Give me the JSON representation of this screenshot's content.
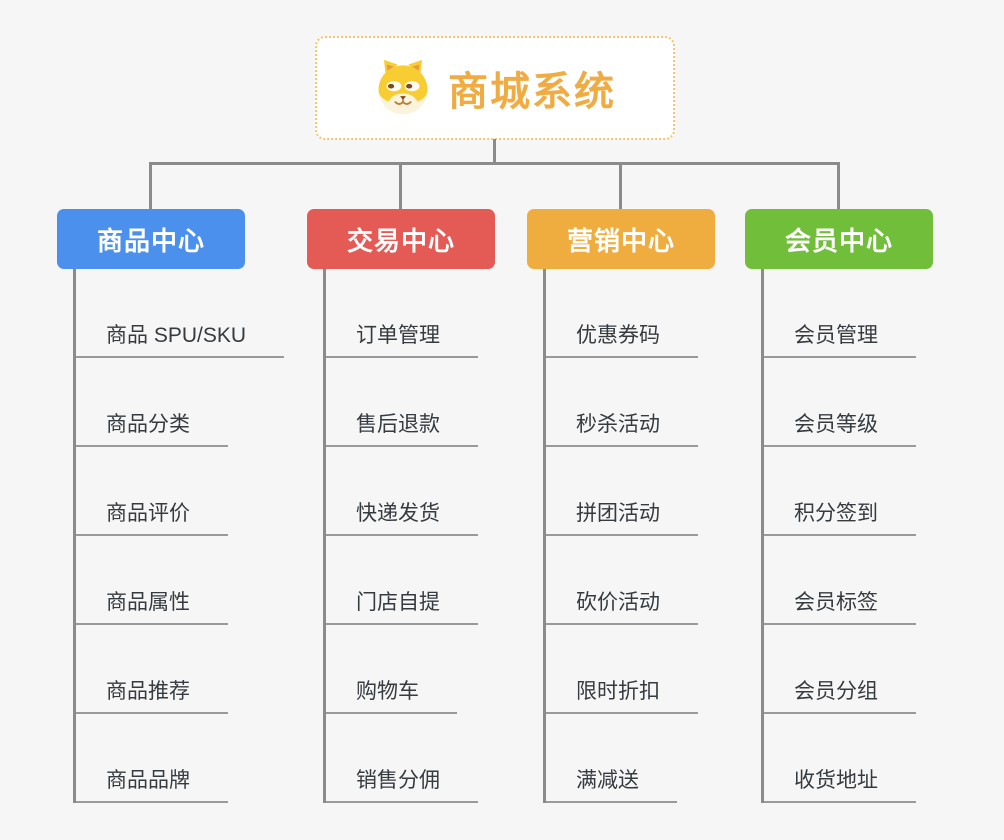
{
  "root": {
    "label": "商城系统",
    "icon": "dog-face-icon",
    "text_color": "#f0ac43",
    "border_color": "#f4c471",
    "background": "#ffffff"
  },
  "canvas": {
    "background": "#f6f6f6",
    "connector_color": "#8b8b8b",
    "leaf_underline_color": "#9a9a9a",
    "leaf_text_color": "#363b40"
  },
  "branches": [
    {
      "label": "商品中心",
      "color": "#4b90ec",
      "items": [
        "商品 SPU/SKU",
        "商品分类",
        "商品评价",
        "商品属性",
        "商品推荐",
        "商品品牌"
      ]
    },
    {
      "label": "交易中心",
      "color": "#e45b55",
      "items": [
        "订单管理",
        "售后退款",
        "快递发货",
        "门店自提",
        "购物车",
        "销售分佣"
      ]
    },
    {
      "label": "营销中心",
      "color": "#efad40",
      "items": [
        "优惠券码",
        "秒杀活动",
        "拼团活动",
        "砍价活动",
        "限时折扣",
        "满减送"
      ]
    },
    {
      "label": "会员中心",
      "color": "#71be3b",
      "items": [
        "会员管理",
        "会员等级",
        "积分签到",
        "会员标签",
        "会员分组",
        "收货地址"
      ]
    }
  ]
}
